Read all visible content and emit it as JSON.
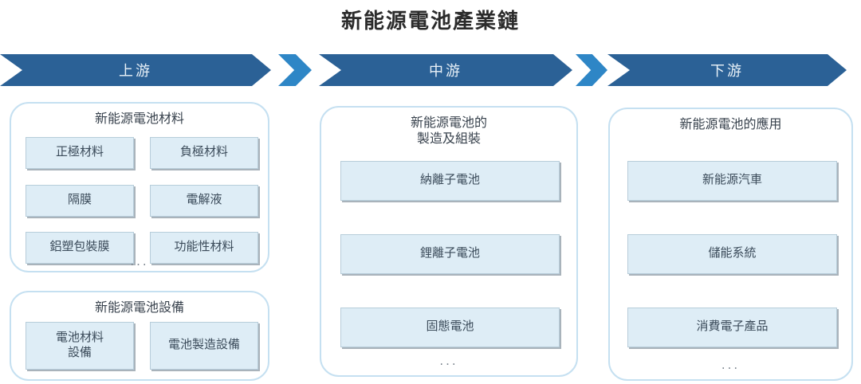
{
  "title": "新能源電池產業鏈",
  "colors": {
    "banner_blue": "#2b6196",
    "chevron_blue": "#2e86c6",
    "container_border": "#c5e0f1",
    "node_fill": "#deedf6",
    "node_text": "#3b4b5a"
  },
  "icons": {
    "separator": "double-chevron-right"
  },
  "stages": [
    {
      "label": "上游",
      "groups": [
        {
          "title": "新能源電池材料",
          "items": [
            "正極材料",
            "負極材料",
            "隔膜",
            "電解液",
            "鋁塑包裝膜",
            "功能性材料"
          ],
          "more": "..."
        },
        {
          "title": "新能源電池設備",
          "items": [
            "電池材料\n設備",
            "電池製造設備"
          ]
        }
      ]
    },
    {
      "label": "中游",
      "groups": [
        {
          "title": "新能源電池的\n製造及組裝",
          "items": [
            "納離子電池",
            "鋰離子電池",
            "固態電池"
          ],
          "more": "..."
        }
      ]
    },
    {
      "label": "下游",
      "groups": [
        {
          "title": "新能源電池的應用",
          "items": [
            "新能源汽車",
            "儲能系統",
            "消費電子產品"
          ],
          "more": "..."
        }
      ]
    }
  ]
}
